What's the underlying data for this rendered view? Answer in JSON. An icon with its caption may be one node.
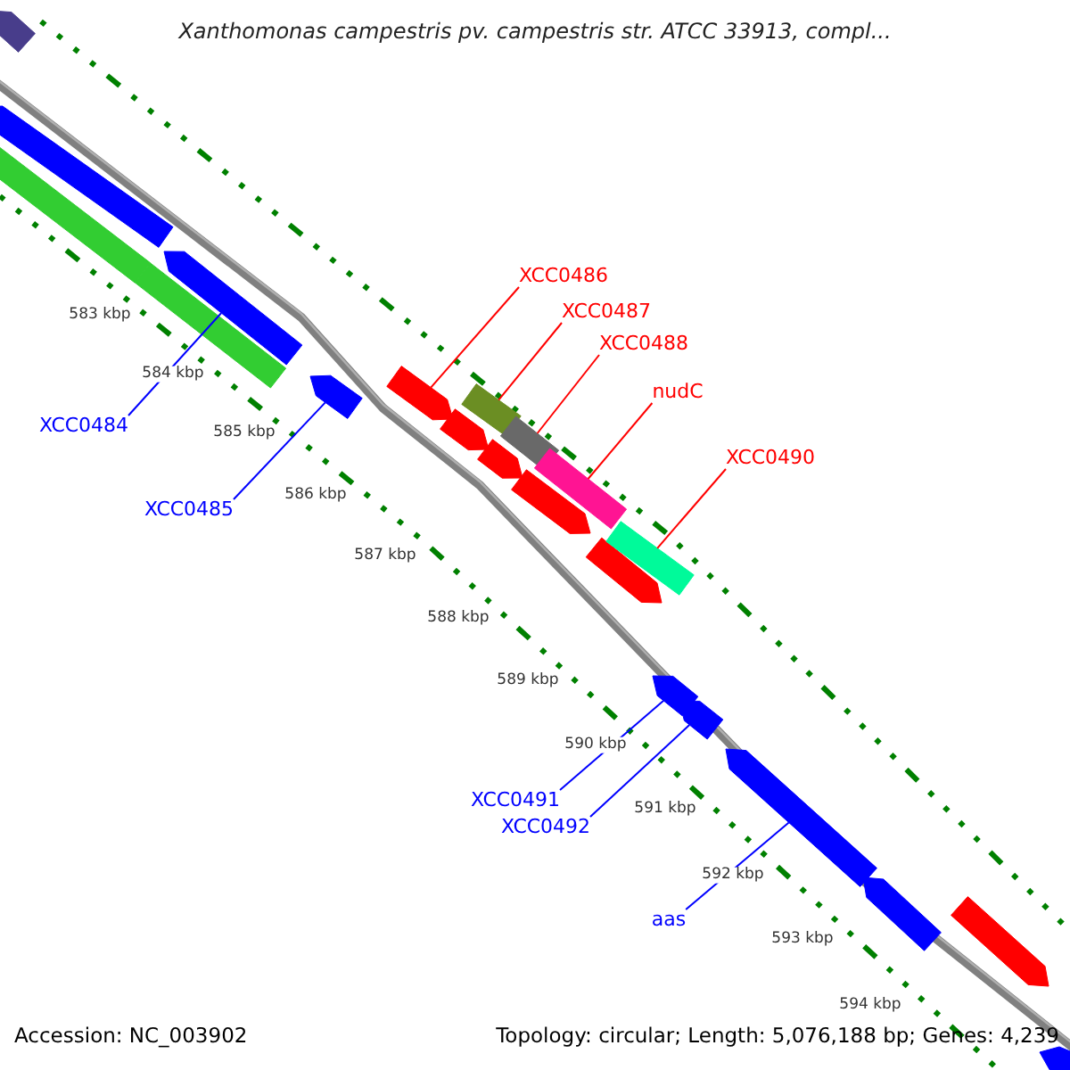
{
  "diagram": {
    "title": "Xanthomonas campestris pv. campestris str. ATCC 33913, compl...",
    "nodes": [
      {
        "text": [
          "XCC0486"
        ]
      },
      {
        "text": [
          "XCC0487"
        ]
      },
      {
        "text": [
          "XCC0488"
        ]
      },
      {
        "text": [
          "nudC"
        ]
      },
      {
        "text": [
          "XCC0484"
        ]
      },
      {
        "text": [
          "XCC0490"
        ]
      },
      {
        "text": [
          "XCC0485"
        ]
      },
      {
        "text": [
          "XCC0491"
        ]
      },
      {
        "text": [
          "XCC0492"
        ]
      },
      {
        "text": [
          "aas"
        ]
      },
      {
        "text": [],
        "shape": "arrow"
      },
      {
        "text": [],
        "shape": "arrow"
      },
      {
        "text": [],
        "shape": "box"
      },
      {
        "text": [],
        "shape": "box"
      },
      {
        "text": [],
        "shape": "arrow"
      },
      {
        "text": [],
        "shape": "arrow"
      },
      {
        "text": [],
        "shape": "arrow"
      },
      {
        "text": [],
        "shape": "box"
      },
      {
        "text": [],
        "shape": "arrow"
      },
      {
        "text": [],
        "shape": "box"
      },
      {
        "text": [],
        "shape": "arrow"
      },
      {
        "text": [],
        "shape": "arrow"
      },
      {
        "text": [],
        "shape": "box"
      },
      {
        "text": [],
        "shape": "arrow"
      },
      {
        "text": [],
        "shape": "box"
      },
      {
        "text": [],
        "shape": "arrow"
      },
      {
        "text": [],
        "shape": "arrow"
      },
      {
        "text": [],
        "shape": "arrow"
      },
      {
        "text": [],
        "shape": "arrow"
      },
      {
        "text": [],
        "shape": "arrow"
      },
      {
        "text": [],
        "shape": "arrow"
      }
    ],
    "edges": [
      {
        "from": 0,
        "to": 16,
        "arrow": "none",
        "color": "#ff0000"
      },
      {
        "from": 1,
        "to": 17,
        "arrow": "none",
        "color": "#ff0000"
      },
      {
        "from": 2,
        "to": 19,
        "arrow": "none",
        "color": "#ff0000"
      },
      {
        "from": 3,
        "to": 22,
        "arrow": "none",
        "color": "#ff0000"
      },
      {
        "from": 4,
        "to": 14,
        "arrow": "none",
        "color": "#0000ff"
      },
      {
        "from": 5,
        "to": 24,
        "arrow": "none",
        "color": "#ff0000"
      },
      {
        "from": 6,
        "to": 15,
        "arrow": "none",
        "color": "#0000ff"
      },
      {
        "from": 7,
        "to": 25,
        "arrow": "none",
        "color": "#0000ff"
      },
      {
        "from": 8,
        "to": 26,
        "arrow": "none",
        "color": "#0000ff"
      },
      {
        "from": 9,
        "to": 27,
        "arrow": "none",
        "color": "#0000ff"
      }
    ],
    "labels": [
      "583 kbp",
      "584 kbp",
      "585 kbp",
      "586 kbp",
      "587 kbp",
      "588 kbp",
      "589 kbp",
      "590 kbp",
      "591 kbp",
      "592 kbp",
      "593 kbp",
      "594 kbp",
      "Accession: NC_003902",
      "Topology: circular; Length: 5,076,188 bp; Genes: 4,239"
    ]
  }
}
